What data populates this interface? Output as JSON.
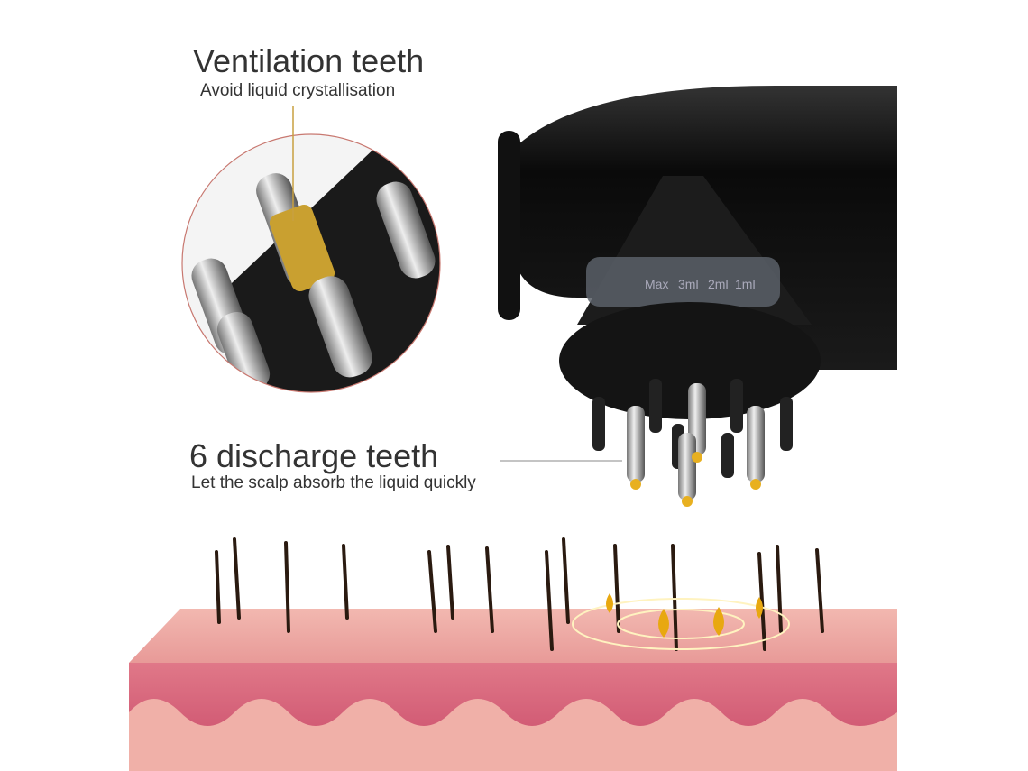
{
  "callouts": {
    "ventilation": {
      "title": "Ventilation teeth",
      "subtitle": "Avoid liquid crystallisation"
    },
    "discharge": {
      "title": "6 discharge teeth",
      "subtitle": "Let the scalp absorb the liquid quickly"
    }
  },
  "device": {
    "scale_marks": [
      "Max",
      "3ml",
      "2ml",
      "1ml"
    ]
  },
  "colors": {
    "accent_line": "#c8a040",
    "skin": "#e8a0a0",
    "device": "#111111"
  }
}
